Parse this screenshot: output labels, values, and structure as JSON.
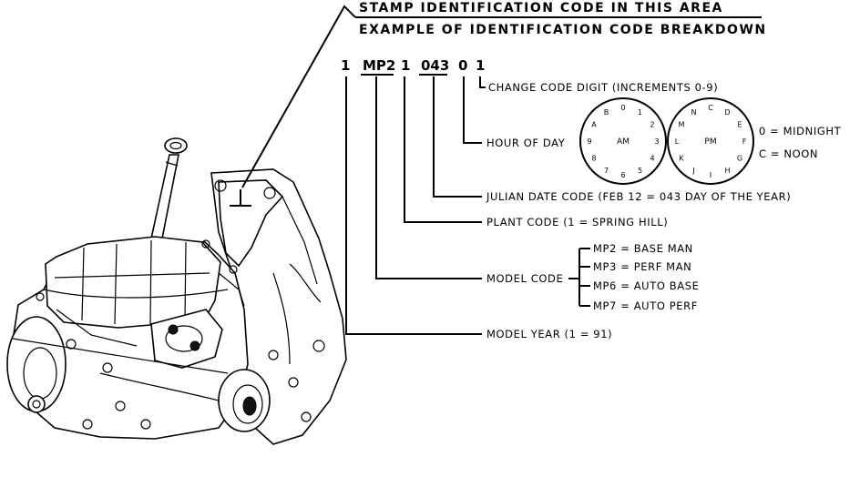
{
  "header": {
    "title": "STAMP IDENTIFICATION CODE IN THIS AREA",
    "subtitle": "EXAMPLE OF IDENTIFICATION CODE BREAKDOWN"
  },
  "code": {
    "year": "1",
    "model": "MP2",
    "plant": "1",
    "julian": "043",
    "hour": "0",
    "change": "1"
  },
  "labels": {
    "change": "CHANGE CODE DIGIT (INCREMENTS 0-9)",
    "hour": "HOUR OF DAY",
    "julian": "JULIAN DATE CODE (FEB 12 = 043 DAY OF THE YEAR)",
    "plant": "PLANT CODE (1 = SPRING HILL)",
    "model": "MODEL CODE",
    "year": "MODEL YEAR (1 = 91)"
  },
  "model_codes": [
    "MP2 = BASE MAN",
    "MP3 = PERF MAN",
    "MP6 = AUTO BASE",
    "MP7 = AUTO PERF"
  ],
  "clock_am": {
    "center": "AM",
    "marks": [
      "0",
      "1",
      "2",
      "3",
      "4",
      "5",
      "6",
      "7",
      "8",
      "9",
      "A",
      "B"
    ]
  },
  "clock_pm": {
    "center": "PM",
    "marks": [
      "C",
      "D",
      "E",
      "F",
      "G",
      "H",
      "I",
      "J",
      "K",
      "L",
      "M",
      "N"
    ]
  },
  "legend": {
    "midnight": "0 = MIDNIGHT",
    "noon": "C = NOON"
  }
}
